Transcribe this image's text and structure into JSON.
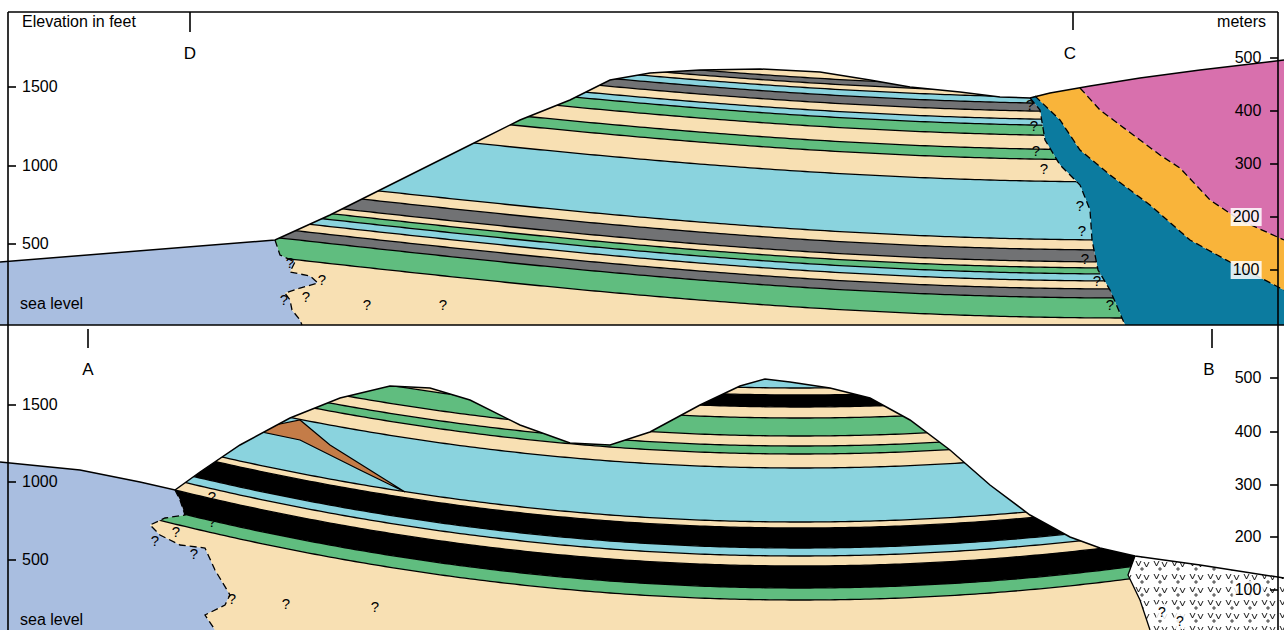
{
  "diagram": {
    "labels": [
      "Elevation in feet",
      "D",
      "C",
      "meters",
      "1500",
      "1000",
      "500",
      "sea level",
      "500",
      "400",
      "300",
      "200",
      "100",
      "A",
      "B",
      "1500",
      "1000",
      "500",
      "sea level",
      "500",
      "400",
      "300",
      "200",
      "100",
      "?",
      "?",
      "?",
      "?",
      "?",
      "?",
      "?",
      "?",
      "?",
      "?",
      "?",
      "?",
      "?",
      "?",
      "?",
      "?",
      "?",
      "?",
      "?",
      "?",
      "?",
      "?",
      "?",
      "?",
      "?"
    ]
  }
}
